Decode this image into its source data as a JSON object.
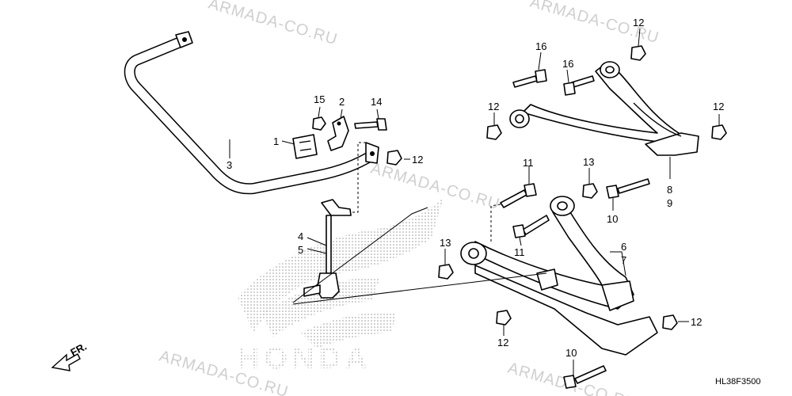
{
  "diagram_code": "HL38F3500",
  "watermark": "ARMADA-CO.RU",
  "logo_text": "HONDA",
  "direction_label": "FR.",
  "callouts": {
    "c1": "1",
    "c2": "2",
    "c3": "3",
    "c4": "4",
    "c5": "5",
    "c6": "6",
    "c7": "7",
    "c8": "8",
    "c9": "9",
    "c10a": "10",
    "c10b": "10",
    "c11a": "11",
    "c11b": "11",
    "c12a": "12",
    "c12b": "12",
    "c12c": "12",
    "c12d": "12",
    "c12e": "12",
    "c12f": "12",
    "c13a": "13",
    "c13b": "13",
    "c14": "14",
    "c15": "15",
    "c16a": "16",
    "c16b": "16"
  }
}
